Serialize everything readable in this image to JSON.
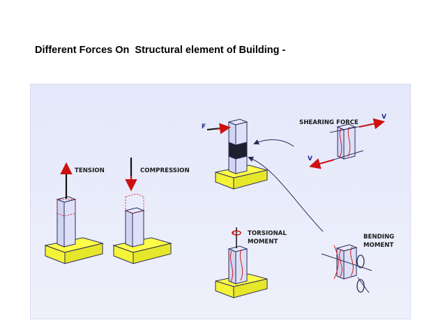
{
  "slide": {
    "title": "Different Forces On  Structural element of Building -"
  },
  "diagram": {
    "labels": {
      "tension": "TENSION",
      "compression": "COMPRESSION",
      "shearing_force": "SHEARING FORCE",
      "torsional_1": "TORSIONAL",
      "torsional_2": "MOMENT",
      "bending_1": "BENDING",
      "bending_2": "MOMENT",
      "force_f": "F",
      "force_v_top": "V",
      "force_v_bottom": "V"
    },
    "colors": {
      "panel_bg": "#e9ecfb",
      "base_yellow": "#ffff4a",
      "column_fill": "#d8dcf6",
      "outline": "#2b2b5a",
      "force_arrow": "#cc1111",
      "deform_red": "#d21b1b",
      "shaded_band": "#1f1f2e"
    }
  }
}
